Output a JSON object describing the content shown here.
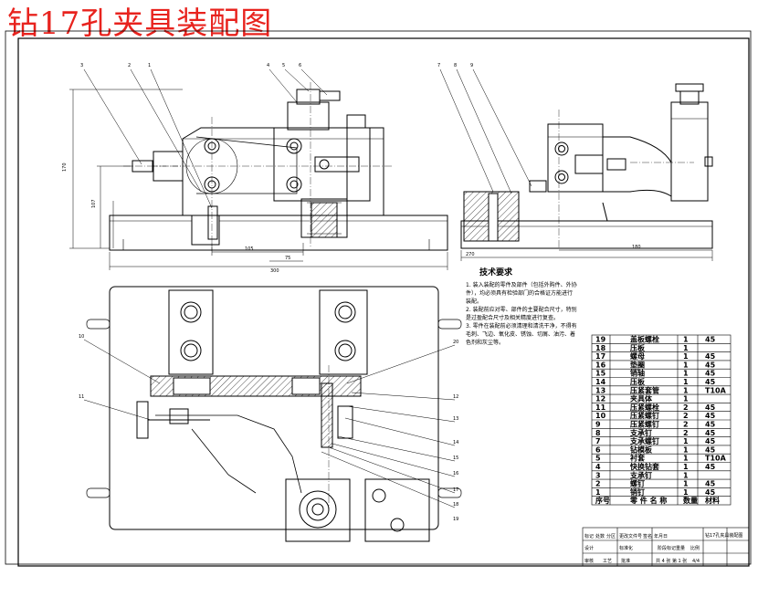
{
  "title": "钻17孔夹具装配图",
  "front_view": {
    "balloons": [
      "3",
      "2",
      "1",
      "4",
      "5",
      "6"
    ],
    "dims": {
      "height_total": "170",
      "height_mid": "107",
      "width_total": "300",
      "width_inner": "75",
      "width_left": "105"
    }
  },
  "side_view": {
    "balloons": [
      "7",
      "8",
      "9"
    ],
    "dims": {
      "width_total": "270",
      "width_inner": "180"
    }
  },
  "plan_view": {
    "left_balloons": [
      "10",
      "11"
    ],
    "right_balloons": [
      "20",
      "12",
      "13",
      "14",
      "15",
      "16",
      "17",
      "18",
      "19"
    ]
  },
  "tech": {
    "heading": "技术要求",
    "lines": [
      "1. 装入装配的零件及部件（包括外购件、外协",
      "件），均必须具有检验部门的合格证方能进行",
      "装配。",
      "2. 装配前应对零、部件的主要配合尺寸，特别",
      "是过盈配合尺寸及相关精度进行复查。",
      "3. 零件在装配前必须清理和清洗干净，不得有",
      "毛刺、飞边、氧化皮、锈蚀、切屑、油污、着",
      "色剂和灰尘等。"
    ]
  },
  "bom": {
    "rows": [
      {
        "no": "19",
        "name": "盖板螺栓",
        "qty": "1",
        "mat": "45"
      },
      {
        "no": "18",
        "name": "压板",
        "qty": "1",
        "mat": ""
      },
      {
        "no": "17",
        "name": "螺母",
        "qty": "1",
        "mat": "45"
      },
      {
        "no": "16",
        "name": "垫圈",
        "qty": "1",
        "mat": "45"
      },
      {
        "no": "15",
        "name": "销轴",
        "qty": "1",
        "mat": "45"
      },
      {
        "no": "14",
        "name": "压板",
        "qty": "1",
        "mat": "45"
      },
      {
        "no": "13",
        "name": "压紧套管",
        "qty": "1",
        "mat": "T10A"
      },
      {
        "no": "12",
        "name": "夹具体",
        "qty": "1",
        "mat": ""
      },
      {
        "no": "11",
        "name": "压紧螺栓",
        "qty": "2",
        "mat": "45"
      },
      {
        "no": "10",
        "name": "压紧螺钉",
        "qty": "2",
        "mat": "45"
      },
      {
        "no": "9",
        "name": "压紧螺钉",
        "qty": "2",
        "mat": "45"
      },
      {
        "no": "8",
        "name": "支承钉",
        "qty": "2",
        "mat": "45"
      },
      {
        "no": "7",
        "name": "支承螺钉",
        "qty": "1",
        "mat": "45"
      },
      {
        "no": "6",
        "name": "钻模板",
        "qty": "1",
        "mat": "45"
      },
      {
        "no": "5",
        "name": "衬套",
        "qty": "1",
        "mat": "T10A"
      },
      {
        "no": "4",
        "name": "快换钻套",
        "qty": "1",
        "mat": "45"
      },
      {
        "no": "3",
        "name": "支承钉",
        "qty": "1",
        "mat": ""
      },
      {
        "no": "2",
        "name": "螺钉",
        "qty": "1",
        "mat": "45"
      },
      {
        "no": "1",
        "name": "销钉",
        "qty": "1",
        "mat": "45"
      }
    ],
    "header": {
      "no": "序号",
      "name": "零 件 名 称",
      "qty": "数量",
      "mat": "材料"
    }
  },
  "title_block": {
    "drawing_name": "钻17孔夹具装配图",
    "cells": [
      "标记",
      "处数",
      "分区",
      "更改文件号",
      "签名",
      "年月日",
      "设计",
      "标准化",
      "审核",
      "工艺",
      "批准",
      "阶段标记",
      "重量",
      "比例",
      "共 4 张 第 1 张",
      "4/4"
    ]
  }
}
